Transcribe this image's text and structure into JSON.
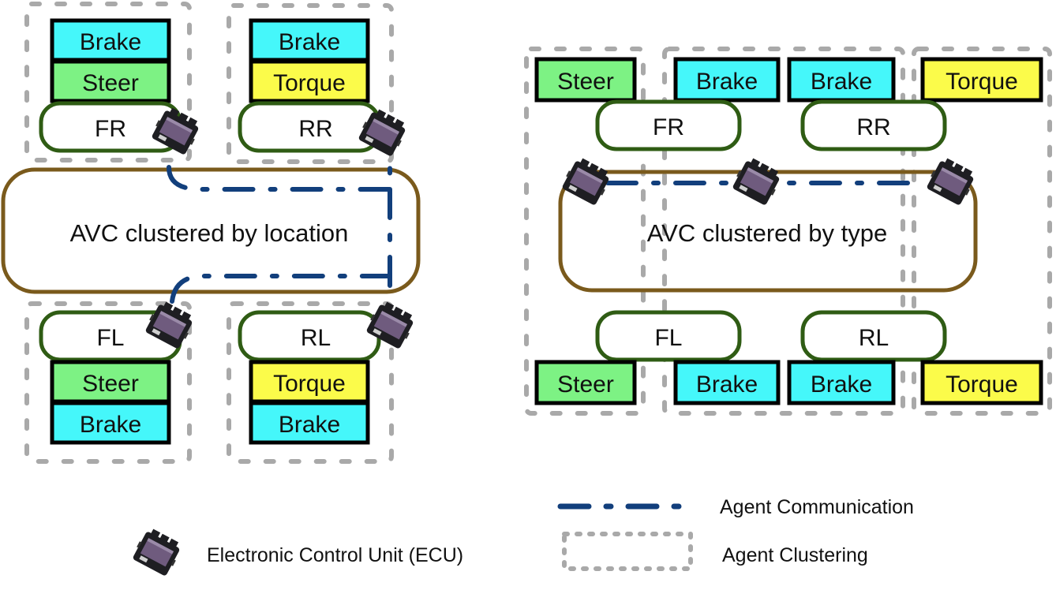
{
  "colors": {
    "brake": "#45f7fa",
    "steer": "#7df284",
    "torque": "#fbfb4a",
    "wheel_border": "#2f5c14",
    "avc_border": "#7a5a1c",
    "communication": "#123f7c",
    "clustering": "#a9a9a9",
    "ecu_body": "#1e1e22",
    "ecu_label": "#6f5b7e"
  },
  "left_diagram": {
    "title": "AVC clustered by location",
    "clustering": "location",
    "wheels": [
      {
        "name": "FR",
        "modules": [
          "Brake",
          "Steer"
        ]
      },
      {
        "name": "RR",
        "modules": [
          "Brake",
          "Torque"
        ]
      },
      {
        "name": "FL",
        "modules": [
          "Steer",
          "Brake"
        ]
      },
      {
        "name": "RL",
        "modules": [
          "Torque",
          "Brake"
        ]
      }
    ]
  },
  "right_diagram": {
    "title": "AVC clustered by type",
    "clustering": "type",
    "wheels": [
      {
        "name": "FR",
        "modules": [
          "Steer",
          "Brake"
        ]
      },
      {
        "name": "RR",
        "modules": [
          "Brake",
          "Torque"
        ]
      },
      {
        "name": "FL",
        "modules": [
          "Steer",
          "Brake"
        ]
      },
      {
        "name": "RL",
        "modules": [
          "Brake",
          "Torque"
        ]
      }
    ],
    "clusters": [
      "Steer",
      "Brake",
      "Torque"
    ]
  },
  "legend": {
    "ecu": "Electronic Control Unit (ECU)",
    "communication": "Agent Communication",
    "clustering": "Agent Clustering"
  }
}
